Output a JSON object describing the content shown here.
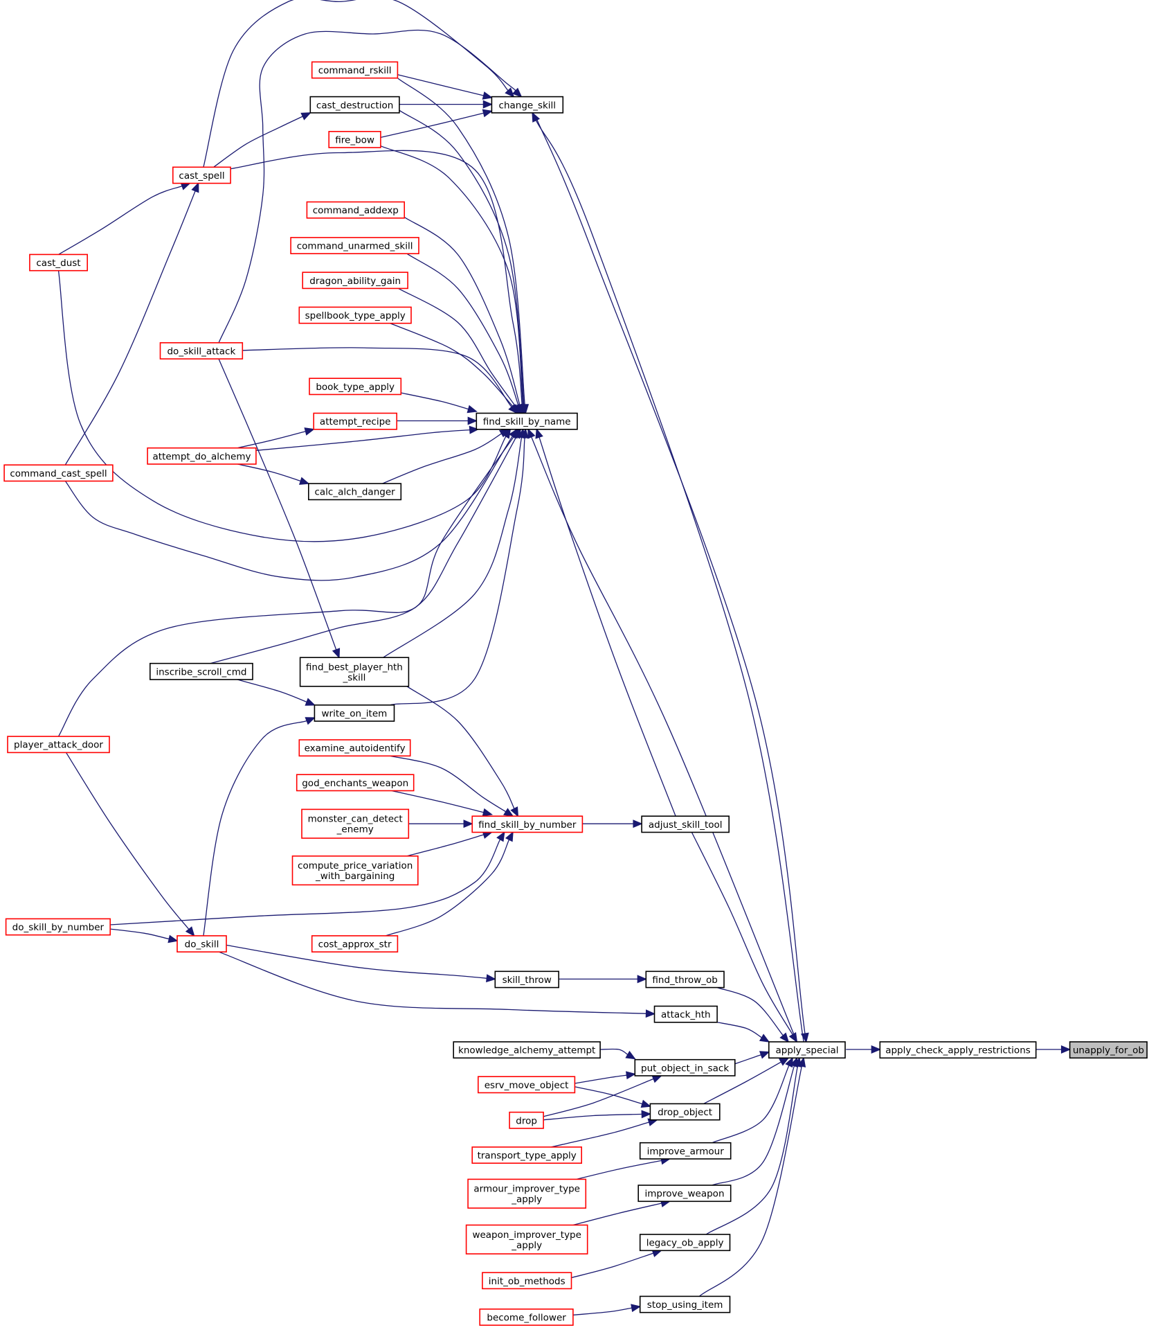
{
  "diagram": {
    "colors": {
      "edge": "#191970",
      "external_node_border": "#ff0000",
      "node_border": "#000000",
      "root_fill": "#bfbfbf"
    },
    "nodes": [
      {
        "id": "unapply_for_ob",
        "lines": [
          "unapply_for_ob"
        ],
        "style": "root"
      },
      {
        "id": "apply_check_apply_restrictions",
        "lines": [
          "apply_check_apply_restrictions"
        ],
        "style": "black"
      },
      {
        "id": "apply_special",
        "lines": [
          "apply_special"
        ],
        "style": "black"
      },
      {
        "id": "change_skill",
        "lines": [
          "change_skill"
        ],
        "style": "black"
      },
      {
        "id": "command_rskill",
        "lines": [
          "command_rskill"
        ],
        "style": "red"
      },
      {
        "id": "cast_destruction",
        "lines": [
          "cast_destruction"
        ],
        "style": "black"
      },
      {
        "id": "fire_bow",
        "lines": [
          "fire_bow"
        ],
        "style": "red"
      },
      {
        "id": "cast_spell",
        "lines": [
          "cast_spell"
        ],
        "style": "red"
      },
      {
        "id": "command_addexp",
        "lines": [
          "command_addexp"
        ],
        "style": "red"
      },
      {
        "id": "command_unarmed_skill",
        "lines": [
          "command_unarmed_skill"
        ],
        "style": "red"
      },
      {
        "id": "dragon_ability_gain",
        "lines": [
          "dragon_ability_gain"
        ],
        "style": "red"
      },
      {
        "id": "spellbook_type_apply",
        "lines": [
          "spellbook_type_apply"
        ],
        "style": "red"
      },
      {
        "id": "cast_dust",
        "lines": [
          "cast_dust"
        ],
        "style": "red"
      },
      {
        "id": "do_skill_attack",
        "lines": [
          "do_skill_attack"
        ],
        "style": "red"
      },
      {
        "id": "book_type_apply",
        "lines": [
          "book_type_apply"
        ],
        "style": "red"
      },
      {
        "id": "find_skill_by_name",
        "lines": [
          "find_skill_by_name"
        ],
        "style": "black"
      },
      {
        "id": "attempt_recipe",
        "lines": [
          "attempt_recipe"
        ],
        "style": "red"
      },
      {
        "id": "attempt_do_alchemy",
        "lines": [
          "attempt_do_alchemy"
        ],
        "style": "red"
      },
      {
        "id": "command_cast_spell",
        "lines": [
          "command_cast_spell"
        ],
        "style": "red"
      },
      {
        "id": "calc_alch_danger",
        "lines": [
          "calc_alch_danger"
        ],
        "style": "black"
      },
      {
        "id": "inscribe_scroll_cmd",
        "lines": [
          "inscribe_scroll_cmd"
        ],
        "style": "black"
      },
      {
        "id": "find_best_player_hth_skill",
        "lines": [
          "find_best_player_hth",
          "_skill"
        ],
        "style": "black"
      },
      {
        "id": "write_on_item",
        "lines": [
          "write_on_item"
        ],
        "style": "black"
      },
      {
        "id": "player_attack_door",
        "lines": [
          "player_attack_door"
        ],
        "style": "red"
      },
      {
        "id": "examine_autoidentify",
        "lines": [
          "examine_autoidentify"
        ],
        "style": "red"
      },
      {
        "id": "god_enchants_weapon",
        "lines": [
          "god_enchants_weapon"
        ],
        "style": "red"
      },
      {
        "id": "monster_can_detect_enemy",
        "lines": [
          "monster_can_detect",
          "_enemy"
        ],
        "style": "red"
      },
      {
        "id": "find_skill_by_number",
        "lines": [
          "find_skill_by_number"
        ],
        "style": "red"
      },
      {
        "id": "adjust_skill_tool",
        "lines": [
          "adjust_skill_tool"
        ],
        "style": "black"
      },
      {
        "id": "compute_price_variation_with_bargaining",
        "lines": [
          "compute_price_variation",
          "_with_bargaining"
        ],
        "style": "red"
      },
      {
        "id": "do_skill_by_number",
        "lines": [
          "do_skill_by_number"
        ],
        "style": "red"
      },
      {
        "id": "do_skill",
        "lines": [
          "do_skill"
        ],
        "style": "red"
      },
      {
        "id": "cost_approx_str",
        "lines": [
          "cost_approx_str"
        ],
        "style": "red"
      },
      {
        "id": "skill_throw",
        "lines": [
          "skill_throw"
        ],
        "style": "black"
      },
      {
        "id": "find_throw_ob",
        "lines": [
          "find_throw_ob"
        ],
        "style": "black"
      },
      {
        "id": "attack_hth",
        "lines": [
          "attack_hth"
        ],
        "style": "black"
      },
      {
        "id": "knowledge_alchemy_attempt",
        "lines": [
          "knowledge_alchemy_attempt"
        ],
        "style": "black"
      },
      {
        "id": "put_object_in_sack",
        "lines": [
          "put_object_in_sack"
        ],
        "style": "black"
      },
      {
        "id": "esrv_move_object",
        "lines": [
          "esrv_move_object"
        ],
        "style": "red"
      },
      {
        "id": "drop",
        "lines": [
          "drop"
        ],
        "style": "red"
      },
      {
        "id": "drop_object",
        "lines": [
          "drop_object"
        ],
        "style": "black"
      },
      {
        "id": "transport_type_apply",
        "lines": [
          "transport_type_apply"
        ],
        "style": "red"
      },
      {
        "id": "improve_armour",
        "lines": [
          "improve_armour"
        ],
        "style": "black"
      },
      {
        "id": "armour_improver_type_apply",
        "lines": [
          "armour_improver_type",
          "_apply"
        ],
        "style": "red"
      },
      {
        "id": "improve_weapon",
        "lines": [
          "improve_weapon"
        ],
        "style": "black"
      },
      {
        "id": "weapon_improver_type_apply",
        "lines": [
          "weapon_improver_type",
          "_apply"
        ],
        "style": "red"
      },
      {
        "id": "legacy_ob_apply",
        "lines": [
          "legacy_ob_apply"
        ],
        "style": "black"
      },
      {
        "id": "init_ob_methods",
        "lines": [
          "init_ob_methods"
        ],
        "style": "red"
      },
      {
        "id": "stop_using_item",
        "lines": [
          "stop_using_item"
        ],
        "style": "black"
      },
      {
        "id": "become_follower",
        "lines": [
          "become_follower"
        ],
        "style": "red"
      }
    ],
    "edges": [
      {
        "from": "apply_check_apply_restrictions",
        "to": "unapply_for_ob"
      },
      {
        "from": "apply_special",
        "to": "apply_check_apply_restrictions"
      },
      {
        "from": "apply_special",
        "to": "change_skill"
      },
      {
        "from": "change_skill",
        "to": "apply_special"
      },
      {
        "from": "apply_special",
        "to": "find_skill_by_name"
      },
      {
        "from": "command_rskill",
        "to": "change_skill"
      },
      {
        "from": "cast_destruction",
        "to": "change_skill"
      },
      {
        "from": "fire_bow",
        "to": "change_skill"
      },
      {
        "from": "cast_spell",
        "to": "change_skill"
      },
      {
        "from": "do_skill_attack",
        "to": "change_skill"
      },
      {
        "from": "cast_spell",
        "to": "cast_destruction"
      },
      {
        "from": "cast_dust",
        "to": "cast_spell"
      },
      {
        "from": "command_cast_spell",
        "to": "cast_spell"
      },
      {
        "from": "command_rskill",
        "to": "find_skill_by_name"
      },
      {
        "from": "cast_destruction",
        "to": "find_skill_by_name"
      },
      {
        "from": "fire_bow",
        "to": "find_skill_by_name"
      },
      {
        "from": "cast_spell",
        "to": "find_skill_by_name"
      },
      {
        "from": "command_addexp",
        "to": "find_skill_by_name"
      },
      {
        "from": "command_unarmed_skill",
        "to": "find_skill_by_name"
      },
      {
        "from": "dragon_ability_gain",
        "to": "find_skill_by_name"
      },
      {
        "from": "spellbook_type_apply",
        "to": "find_skill_by_name"
      },
      {
        "from": "do_skill_attack",
        "to": "find_skill_by_name"
      },
      {
        "from": "book_type_apply",
        "to": "find_skill_by_name"
      },
      {
        "from": "attempt_recipe",
        "to": "find_skill_by_name"
      },
      {
        "from": "attempt_do_alchemy",
        "to": "find_skill_by_name"
      },
      {
        "from": "calc_alch_danger",
        "to": "find_skill_by_name"
      },
      {
        "from": "cast_dust",
        "to": "find_skill_by_name"
      },
      {
        "from": "command_cast_spell",
        "to": "find_skill_by_name"
      },
      {
        "from": "player_attack_door",
        "to": "find_skill_by_name"
      },
      {
        "from": "inscribe_scroll_cmd",
        "to": "find_skill_by_name"
      },
      {
        "from": "find_best_player_hth_skill",
        "to": "find_skill_by_name"
      },
      {
        "from": "write_on_item",
        "to": "find_skill_by_name"
      },
      {
        "from": "adjust_skill_tool",
        "to": "find_skill_by_name"
      },
      {
        "from": "attempt_do_alchemy",
        "to": "attempt_recipe"
      },
      {
        "from": "attempt_do_alchemy",
        "to": "calc_alch_danger"
      },
      {
        "from": "do_skill_attack",
        "to": "find_best_player_hth_skill"
      },
      {
        "from": "inscribe_scroll_cmd",
        "to": "write_on_item"
      },
      {
        "from": "do_skill",
        "to": "write_on_item"
      },
      {
        "from": "player_attack_door",
        "to": "do_skill"
      },
      {
        "from": "do_skill_by_number",
        "to": "do_skill"
      },
      {
        "from": "find_best_player_hth_skill",
        "to": "find_skill_by_number"
      },
      {
        "from": "examine_autoidentify",
        "to": "find_skill_by_number"
      },
      {
        "from": "god_enchants_weapon",
        "to": "find_skill_by_number"
      },
      {
        "from": "monster_can_detect_enemy",
        "to": "find_skill_by_number"
      },
      {
        "from": "compute_price_variation_with_bargaining",
        "to": "find_skill_by_number"
      },
      {
        "from": "do_skill_by_number",
        "to": "find_skill_by_number"
      },
      {
        "from": "cost_approx_str",
        "to": "find_skill_by_number"
      },
      {
        "from": "find_skill_by_number",
        "to": "adjust_skill_tool"
      },
      {
        "from": "adjust_skill_tool",
        "to": "apply_special"
      },
      {
        "from": "do_skill",
        "to": "skill_throw"
      },
      {
        "from": "skill_throw",
        "to": "find_throw_ob"
      },
      {
        "from": "find_throw_ob",
        "to": "apply_special"
      },
      {
        "from": "do_skill",
        "to": "attack_hth"
      },
      {
        "from": "attack_hth",
        "to": "apply_special"
      },
      {
        "from": "knowledge_alchemy_attempt",
        "to": "put_object_in_sack"
      },
      {
        "from": "esrv_move_object",
        "to": "put_object_in_sack"
      },
      {
        "from": "drop",
        "to": "put_object_in_sack"
      },
      {
        "from": "put_object_in_sack",
        "to": "apply_special"
      },
      {
        "from": "esrv_move_object",
        "to": "drop_object"
      },
      {
        "from": "drop",
        "to": "drop_object"
      },
      {
        "from": "transport_type_apply",
        "to": "drop_object"
      },
      {
        "from": "drop_object",
        "to": "apply_special"
      },
      {
        "from": "armour_improver_type_apply",
        "to": "improve_armour"
      },
      {
        "from": "improve_armour",
        "to": "apply_special"
      },
      {
        "from": "weapon_improver_type_apply",
        "to": "improve_weapon"
      },
      {
        "from": "improve_weapon",
        "to": "apply_special"
      },
      {
        "from": "init_ob_methods",
        "to": "legacy_ob_apply"
      },
      {
        "from": "legacy_ob_apply",
        "to": "apply_special"
      },
      {
        "from": "become_follower",
        "to": "stop_using_item"
      },
      {
        "from": "stop_using_item",
        "to": "apply_special"
      }
    ]
  }
}
